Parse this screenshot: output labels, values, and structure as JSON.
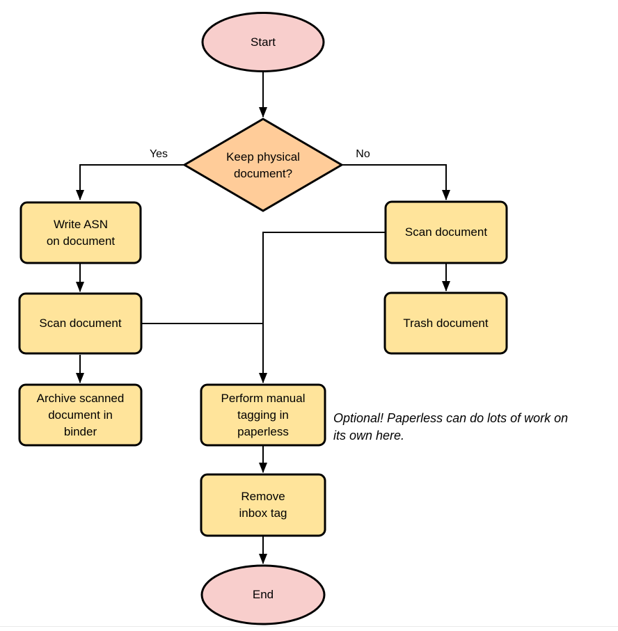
{
  "nodes": {
    "start": {
      "label": "Start",
      "shape": "terminator"
    },
    "decision": {
      "label": "Keep physical\ndocument?",
      "shape": "decision"
    },
    "write_asn": {
      "label": "Write ASN\non document",
      "shape": "process"
    },
    "scan_left": {
      "label": "Scan document",
      "shape": "process"
    },
    "archive": {
      "label": "Archive scanned\ndocument in\nbinder",
      "shape": "process"
    },
    "scan_right": {
      "label": "Scan document",
      "shape": "process"
    },
    "trash": {
      "label": "Trash document",
      "shape": "process"
    },
    "perform_tagging": {
      "label": "Perform manual\ntagging in\npaperless",
      "shape": "process"
    },
    "remove_inbox": {
      "label": "Remove\ninbox tag",
      "shape": "process"
    },
    "end": {
      "label": "End",
      "shape": "terminator"
    }
  },
  "edge_labels": {
    "yes": "Yes",
    "no": "No"
  },
  "note": {
    "text": "Optional! Paperless can do lots of work on\nits own here."
  },
  "colors": {
    "terminator_fill": "#F8CECC",
    "decision_fill": "#FFCC99",
    "process_fill": "#FFE49B",
    "stroke": "#000000"
  }
}
